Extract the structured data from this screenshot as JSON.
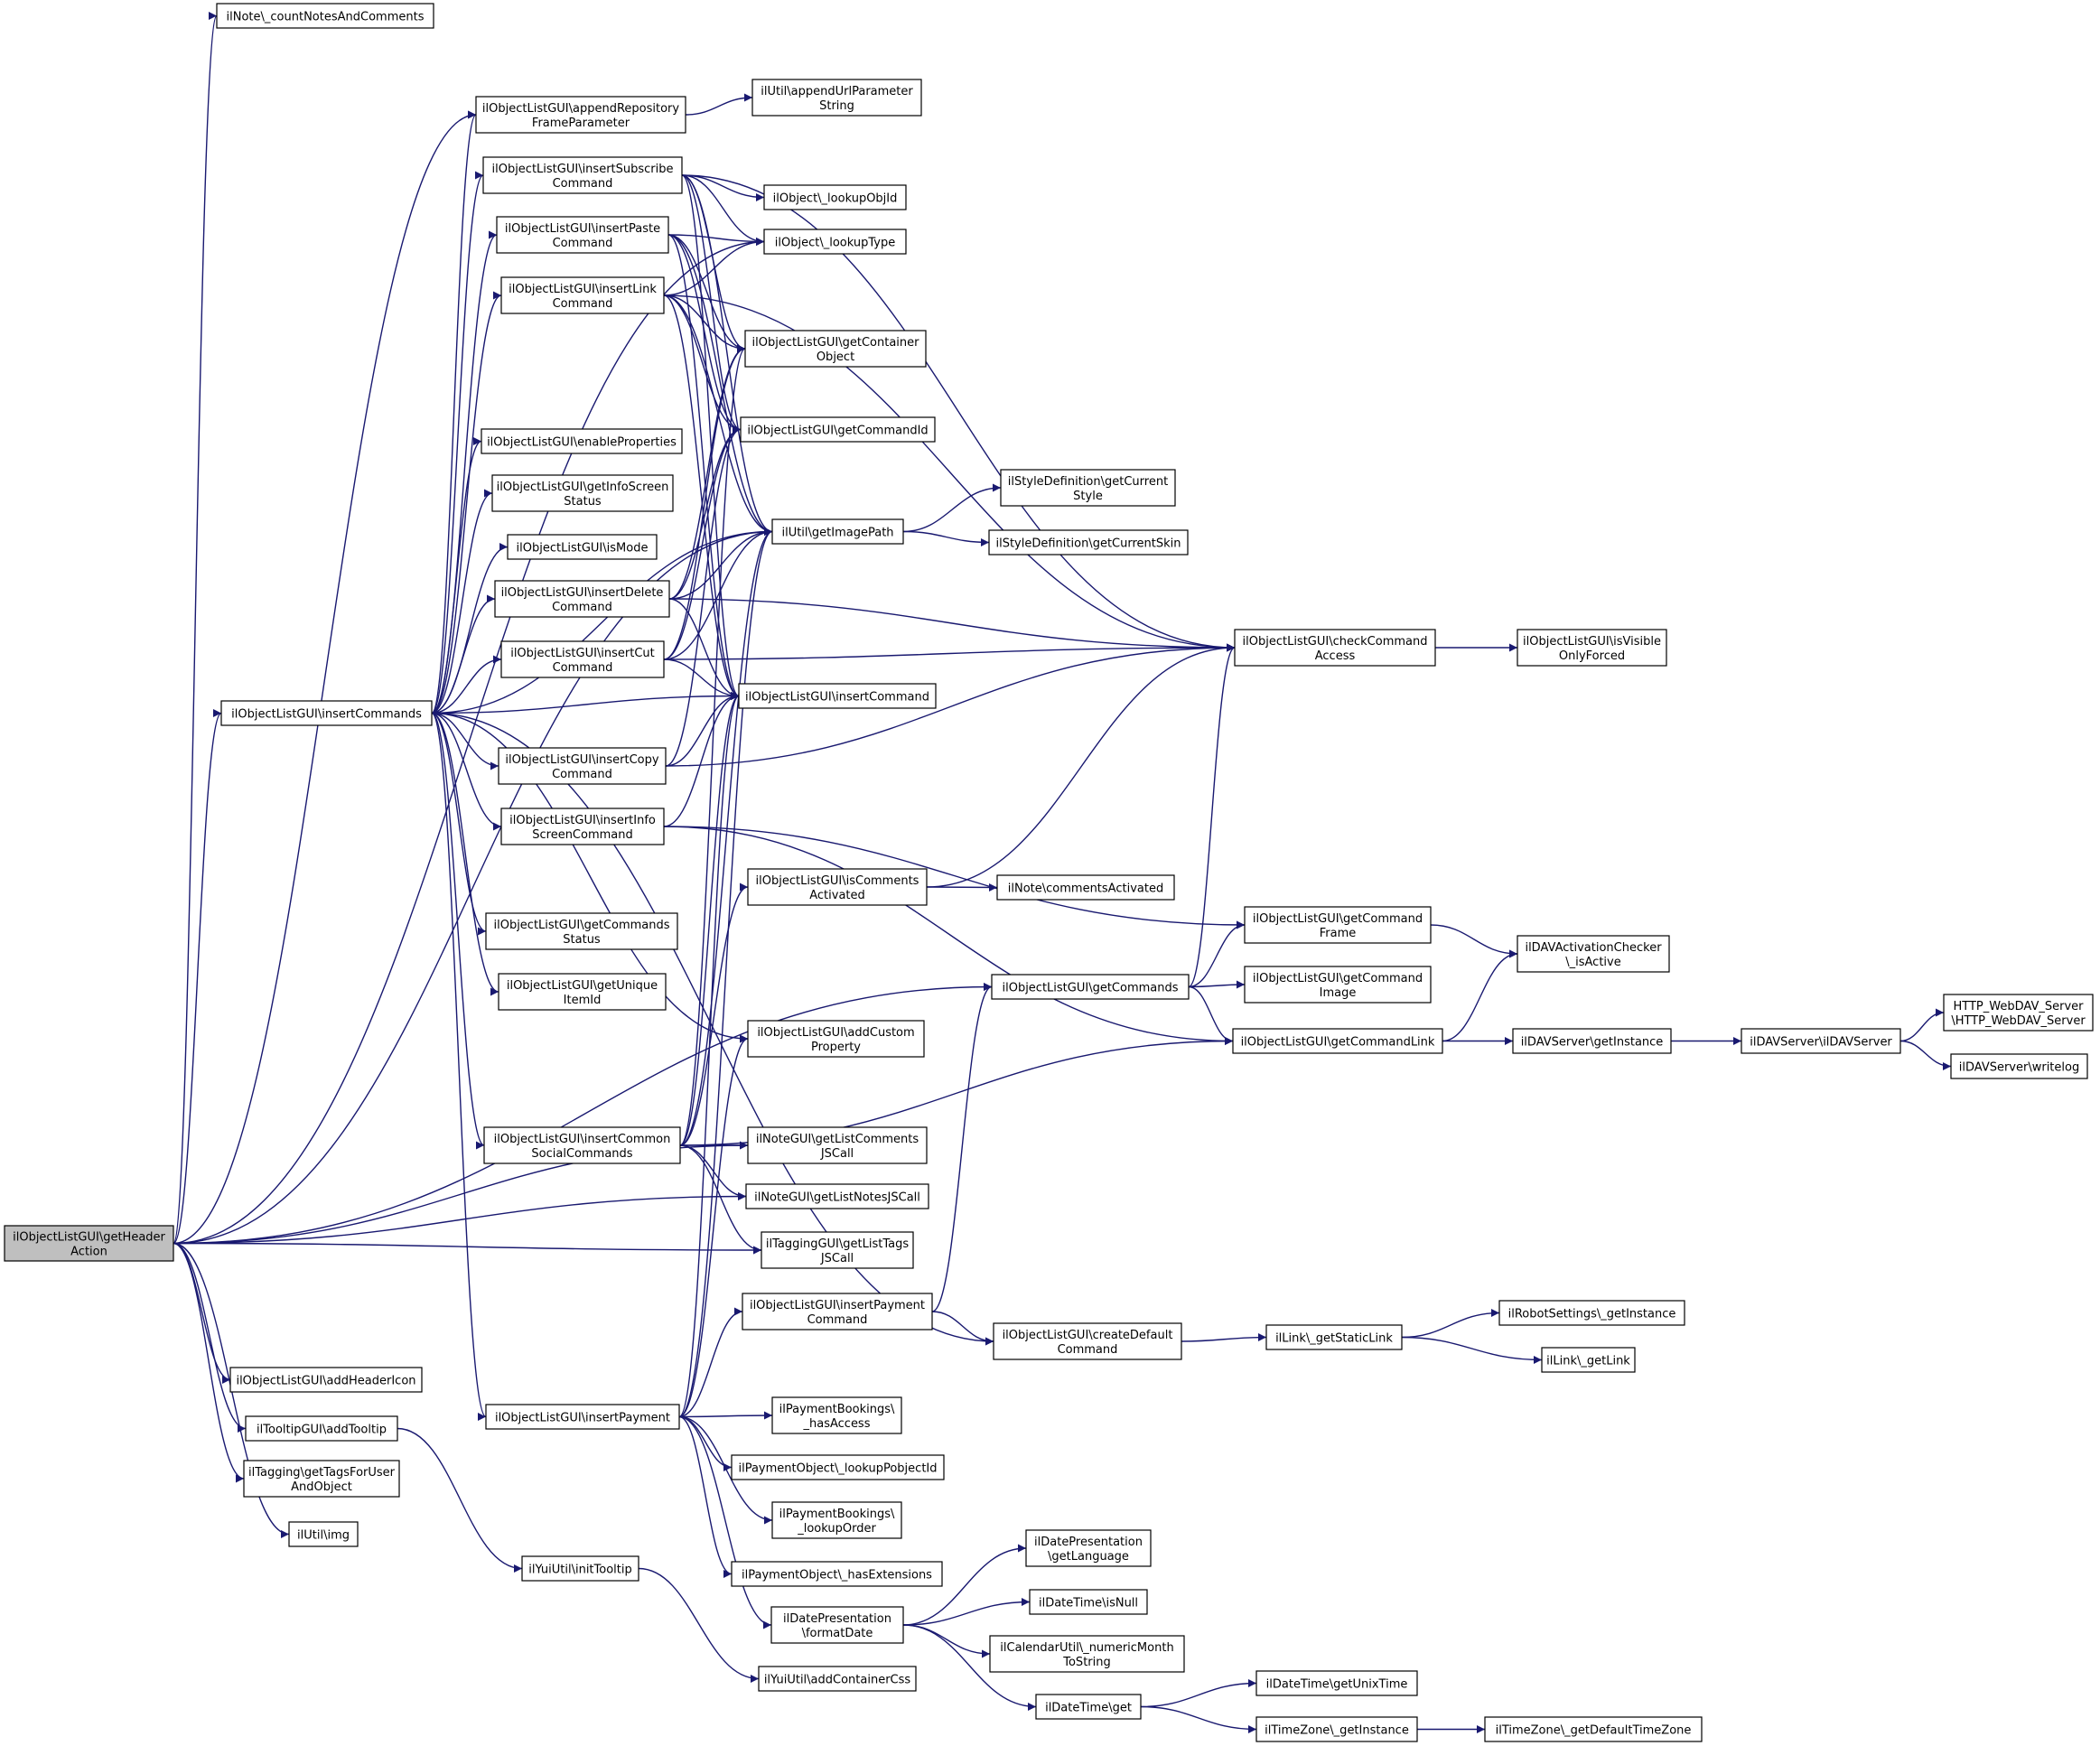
{
  "colors": {
    "edge": "#191970",
    "node_border": "#000000",
    "node_fill": "#ffffff",
    "focus_fill": "#bfbfbf",
    "text": "#000000"
  },
  "nodes": {
    "getHeaderAction": [
      "ilObjectListGUI\\getHeader",
      "Action"
    ],
    "countNotes": [
      "ilNote\\_countNotesAndComments"
    ],
    "appendRepo": [
      "ilObjectListGUI\\appendRepository",
      "FrameParameter"
    ],
    "appendUrl": [
      "ilUtil\\appendUrlParameter",
      "String"
    ],
    "insertSubscribe": [
      "ilObjectListGUI\\insertSubscribe",
      "Command"
    ],
    "lookupObjId": [
      "ilObject\\_lookupObjId"
    ],
    "insertPaste": [
      "ilObjectListGUI\\insertPaste",
      "Command"
    ],
    "lookupType": [
      "ilObject\\_lookupType"
    ],
    "insertLink": [
      "ilObjectListGUI\\insertLink",
      "Command"
    ],
    "getContainer": [
      "ilObjectListGUI\\getContainer",
      "Object"
    ],
    "getCommandId": [
      "ilObjectListGUI\\getCommandId"
    ],
    "enableProps": [
      "ilObjectListGUI\\enableProperties"
    ],
    "getInfoScreen": [
      "ilObjectListGUI\\getInfoScreen",
      "Status"
    ],
    "styleCurStyle": [
      "ilStyleDefinition\\getCurrent",
      "Style"
    ],
    "isMode": [
      "ilObjectListGUI\\isMode"
    ],
    "getImagePath": [
      "ilUtil\\getImagePath"
    ],
    "styleCurSkin": [
      "ilStyleDefinition\\getCurrentSkin"
    ],
    "insertDelete": [
      "ilObjectListGUI\\insertDelete",
      "Command"
    ],
    "checkCmd": [
      "ilObjectListGUI\\checkCommand",
      "Access"
    ],
    "isVisible": [
      "ilObjectListGUI\\isVisible",
      "OnlyForced"
    ],
    "insertCut": [
      "ilObjectListGUI\\insertCut",
      "Command"
    ],
    "insertCommands": [
      "ilObjectListGUI\\insertCommands"
    ],
    "insertCommand": [
      "ilObjectListGUI\\insertCommand"
    ],
    "insertCopy": [
      "ilObjectListGUI\\insertCopy",
      "Command"
    ],
    "insertInfo": [
      "ilObjectListGUI\\insertInfo",
      "ScreenCommand"
    ],
    "isComments": [
      "ilObjectListGUI\\isComments",
      "Activated"
    ],
    "noteComments": [
      "ilNote\\commentsActivated"
    ],
    "getCmdFrame": [
      "ilObjectListGUI\\getCommand",
      "Frame"
    ],
    "getCmdsStatus": [
      "ilObjectListGUI\\getCommands",
      "Status"
    ],
    "davChecker": [
      "ilDAVActivationChecker",
      "\\_isActive"
    ],
    "getCommands": [
      "ilObjectListGUI\\getCommands"
    ],
    "getCmdImage": [
      "ilObjectListGUI\\getCommand",
      "Image"
    ],
    "getUnique": [
      "ilObjectListGUI\\getUnique",
      "ItemId"
    ],
    "HTTP": [
      "HTTP_WebDAV_Server",
      "\\HTTP_WebDAV_Server"
    ],
    "addCustom": [
      "ilObjectListGUI\\addCustom",
      "Property"
    ],
    "getCmdLink": [
      "ilObjectListGUI\\getCommandLink"
    ],
    "davInst": [
      "ilDAVServer\\getInstance"
    ],
    "davServer": [
      "ilDAVServer\\ilDAVServer"
    ],
    "davWrite": [
      "ilDAVServer\\writelog"
    ],
    "insertCommon": [
      "ilObjectListGUI\\insertCommon",
      "SocialCommands"
    ],
    "noteCommentsJS": [
      "ilNoteGUI\\getListComments",
      "JSCall"
    ],
    "noteNotesJS": [
      "ilNoteGUI\\getListNotesJSCall"
    ],
    "taggingJS": [
      "ilTaggingGUI\\getListTags",
      "JSCall"
    ],
    "insertPayCmd": [
      "ilObjectListGUI\\insertPayment",
      "Command"
    ],
    "robot": [
      "ilRobotSettings\\_getInstance"
    ],
    "createDefault": [
      "ilObjectListGUI\\createDefault",
      "Command"
    ],
    "getStaticLink": [
      "ilLink\\_getStaticLink"
    ],
    "getLink": [
      "ilLink\\_getLink"
    ],
    "addHeaderIcon": [
      "ilObjectListGUI\\addHeaderIcon"
    ],
    "insertPayment": [
      "ilObjectListGUI\\insertPayment"
    ],
    "payHasAccess": [
      "ilPaymentBookings\\",
      "_hasAccess"
    ],
    "addTooltip": [
      "ilTooltipGUI\\addTooltip"
    ],
    "payLookupPob": [
      "ilPaymentObject\\_lookupPobjectId"
    ],
    "getTags": [
      "ilTagging\\getTagsForUser",
      "AndObject"
    ],
    "payLookupOrder": [
      "ilPaymentBookings\\",
      "_lookupOrder"
    ],
    "dpGetLang": [
      "ilDatePresentation",
      "\\getLanguage"
    ],
    "utilImg": [
      "ilUtil\\img"
    ],
    "yuiInit": [
      "ilYuiUtil\\initTooltip"
    ],
    "payHasExt": [
      "ilPaymentObject\\_hasExtensions"
    ],
    "dtIsNull": [
      "ilDateTime\\isNull"
    ],
    "dpFormat": [
      "ilDatePresentation",
      "\\formatDate"
    ],
    "calNumeric": [
      "ilCalendarUtil\\_numericMonth",
      "ToString"
    ],
    "yuiCss": [
      "ilYuiUtil\\addContainerCss"
    ],
    "dtGetUnix": [
      "ilDateTime\\getUnixTime"
    ],
    "dtGet": [
      "ilDateTime\\get"
    ],
    "tzGet": [
      "ilTimeZone\\_getInstance"
    ],
    "tzDefault": [
      "ilTimeZone\\_getDefaultTimeZone"
    ]
  },
  "edges": [
    [
      "getHeaderAction",
      "countNotes"
    ],
    [
      "getHeaderAction",
      "appendRepo"
    ],
    [
      "getHeaderAction",
      "insertCommands"
    ],
    [
      "getHeaderAction",
      "getImagePath"
    ],
    [
      "getHeaderAction",
      "getCommands"
    ],
    [
      "getHeaderAction",
      "noteCommentsJS"
    ],
    [
      "getHeaderAction",
      "noteNotesJS"
    ],
    [
      "getHeaderAction",
      "taggingJS"
    ],
    [
      "getHeaderAction",
      "addHeaderIcon"
    ],
    [
      "getHeaderAction",
      "addTooltip"
    ],
    [
      "getHeaderAction",
      "getTags"
    ],
    [
      "getHeaderAction",
      "utilImg"
    ],
    [
      "getHeaderAction",
      "lookupType"
    ],
    [
      "appendRepo",
      "appendUrl"
    ],
    [
      "insertCommands",
      "appendRepo"
    ],
    [
      "insertCommands",
      "insertSubscribe"
    ],
    [
      "insertCommands",
      "insertPaste"
    ],
    [
      "insertCommands",
      "insertLink"
    ],
    [
      "insertCommands",
      "getImagePath"
    ],
    [
      "insertCommands",
      "enableProps"
    ],
    [
      "insertCommands",
      "getInfoScreen"
    ],
    [
      "insertCommands",
      "isMode"
    ],
    [
      "insertCommands",
      "insertDelete"
    ],
    [
      "insertCommands",
      "insertCut"
    ],
    [
      "insertCommands",
      "insertCommand"
    ],
    [
      "insertCommands",
      "insertCopy"
    ],
    [
      "insertCommands",
      "insertInfo"
    ],
    [
      "insertCommands",
      "addCustom"
    ],
    [
      "insertCommands",
      "getCmdsStatus"
    ],
    [
      "insertCommands",
      "getUnique"
    ],
    [
      "insertCommands",
      "insertCommon"
    ],
    [
      "insertCommands",
      "insertPayment"
    ],
    [
      "insertCommands",
      "createDefault"
    ],
    [
      "insertSubscribe",
      "lookupObjId"
    ],
    [
      "insertSubscribe",
      "lookupType"
    ],
    [
      "insertSubscribe",
      "getContainer"
    ],
    [
      "insertSubscribe",
      "getCommandId"
    ],
    [
      "insertSubscribe",
      "getImagePath"
    ],
    [
      "insertSubscribe",
      "insertCommand"
    ],
    [
      "insertSubscribe",
      "checkCmd"
    ],
    [
      "insertPaste",
      "lookupType"
    ],
    [
      "insertPaste",
      "getContainer"
    ],
    [
      "insertPaste",
      "getCommandId"
    ],
    [
      "insertPaste",
      "getImagePath"
    ],
    [
      "insertPaste",
      "insertCommand"
    ],
    [
      "insertLink",
      "lookupType"
    ],
    [
      "insertLink",
      "getContainer"
    ],
    [
      "insertLink",
      "getCommandId"
    ],
    [
      "insertLink",
      "getImagePath"
    ],
    [
      "insertLink",
      "insertCommand"
    ],
    [
      "insertLink",
      "checkCmd"
    ],
    [
      "insertDelete",
      "getContainer"
    ],
    [
      "insertDelete",
      "getCommandId"
    ],
    [
      "insertDelete",
      "getImagePath"
    ],
    [
      "insertDelete",
      "insertCommand"
    ],
    [
      "insertDelete",
      "checkCmd"
    ],
    [
      "insertCut",
      "getContainer"
    ],
    [
      "insertCut",
      "getCommandId"
    ],
    [
      "insertCut",
      "getImagePath"
    ],
    [
      "insertCut",
      "insertCommand"
    ],
    [
      "insertCut",
      "checkCmd"
    ],
    [
      "insertCopy",
      "getCommandId"
    ],
    [
      "insertCopy",
      "insertCommand"
    ],
    [
      "insertCopy",
      "checkCmd"
    ],
    [
      "insertInfo",
      "insertCommand"
    ],
    [
      "insertInfo",
      "getCmdFrame"
    ],
    [
      "insertInfo",
      "getCmdLink"
    ],
    [
      "getImagePath",
      "styleCurStyle"
    ],
    [
      "getImagePath",
      "styleCurSkin"
    ],
    [
      "checkCmd",
      "isVisible"
    ],
    [
      "isComments",
      "noteComments"
    ],
    [
      "isComments",
      "checkCmd"
    ],
    [
      "getCommands",
      "checkCmd"
    ],
    [
      "getCommands",
      "getCmdFrame"
    ],
    [
      "getCommands",
      "getCmdImage"
    ],
    [
      "getCommands",
      "getCmdLink"
    ],
    [
      "getCmdFrame",
      "davChecker"
    ],
    [
      "getCmdLink",
      "davChecker"
    ],
    [
      "getCmdLink",
      "davInst"
    ],
    [
      "davInst",
      "davServer"
    ],
    [
      "davServer",
      "HTTP"
    ],
    [
      "davServer",
      "davWrite"
    ],
    [
      "insertCommon",
      "getImagePath"
    ],
    [
      "insertCommon",
      "isComments"
    ],
    [
      "insertCommon",
      "getCmdLink"
    ],
    [
      "insertCommon",
      "noteCommentsJS"
    ],
    [
      "insertCommon",
      "noteNotesJS"
    ],
    [
      "insertCommon",
      "taggingJS"
    ],
    [
      "insertCommon",
      "insertCommand"
    ],
    [
      "insertCommon",
      "getContainer"
    ],
    [
      "insertPayCmd",
      "getCommands"
    ],
    [
      "insertPayCmd",
      "createDefault"
    ],
    [
      "createDefault",
      "getStaticLink"
    ],
    [
      "getStaticLink",
      "robot"
    ],
    [
      "getStaticLink",
      "getLink"
    ],
    [
      "insertPayment",
      "insertPayCmd"
    ],
    [
      "insertPayment",
      "payHasAccess"
    ],
    [
      "insertPayment",
      "payLookupPob"
    ],
    [
      "insertPayment",
      "payLookupOrder"
    ],
    [
      "insertPayment",
      "payHasExt"
    ],
    [
      "insertPayment",
      "dpFormat"
    ],
    [
      "insertPayment",
      "getImagePath"
    ],
    [
      "insertPayment",
      "insertCommand"
    ],
    [
      "insertPayment",
      "addCustom"
    ],
    [
      "addTooltip",
      "yuiInit"
    ],
    [
      "yuiInit",
      "yuiCss"
    ],
    [
      "dpFormat",
      "dpGetLang"
    ],
    [
      "dpFormat",
      "dtIsNull"
    ],
    [
      "dpFormat",
      "calNumeric"
    ],
    [
      "dpFormat",
      "dtGet"
    ],
    [
      "dtGet",
      "dtGetUnix"
    ],
    [
      "dtGet",
      "tzGet"
    ],
    [
      "tzGet",
      "tzDefault"
    ]
  ]
}
